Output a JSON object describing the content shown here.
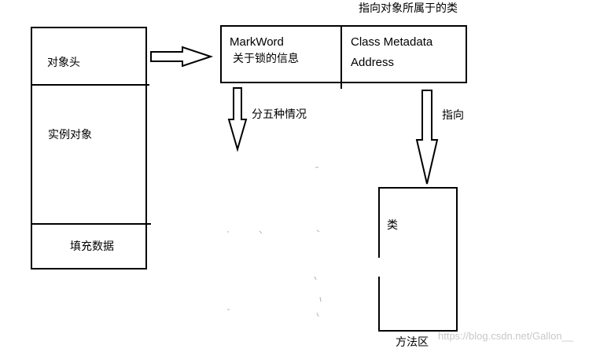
{
  "object_layout": {
    "header_label": "对象头",
    "instance_label": "实例对象",
    "padding_label": "填充数据"
  },
  "header_detail": {
    "markword_title": "MarkWord",
    "markword_subtitle": "关于锁的信息",
    "class_meta_line1": "Class Metadata",
    "class_meta_line2": "Address",
    "class_meta_caption": "指向对象所属于的类"
  },
  "arrows": {
    "markword_note": "分五种情况",
    "pointer_note": "指向"
  },
  "method_area": {
    "class_label": "类",
    "caption": "方法区"
  },
  "watermark": "https://blog.csdn.net/Gallon__"
}
